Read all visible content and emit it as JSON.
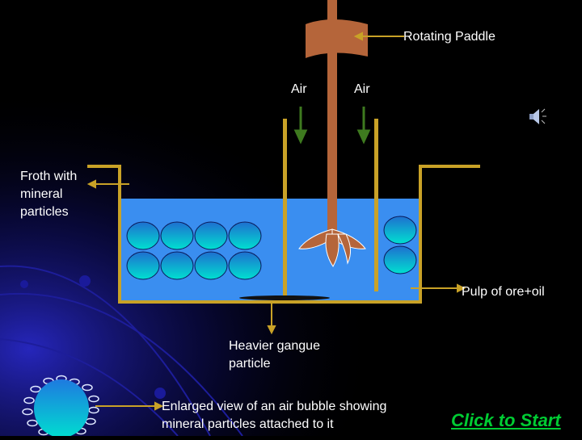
{
  "labels": {
    "rotating_paddle": "Rotating Paddle",
    "air_left": "Air",
    "air_right": "Air",
    "froth": "Froth with\nmineral\nparticles",
    "pulp": "Pulp of ore+oil",
    "gangue": "Heavier gangue\nparticle",
    "bubble": "Enlarged view of an air bubble showing\nmineral particles attached to it"
  },
  "actions": {
    "start": "Click to Start"
  },
  "icons": {
    "sound": "speaker-icon"
  },
  "colors": {
    "background": "#000000",
    "tank_water": "#3a8ef0",
    "tank_wall": "#c9a227",
    "paddle": "#b5653a",
    "air_arrow": "#3e7a1f",
    "bubble_light": "#00e0d0",
    "bubble_dark": "#1e6fd0",
    "start_text": "#00cc33"
  }
}
